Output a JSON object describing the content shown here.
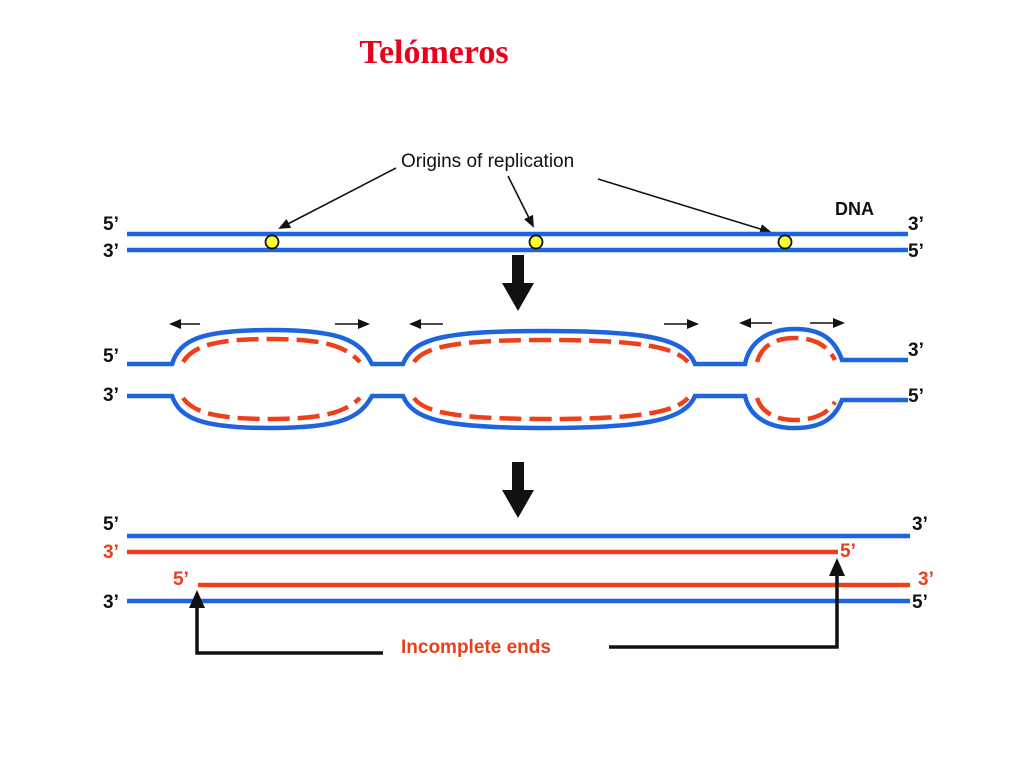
{
  "title": "Telómeros",
  "dna_label": "DNA",
  "origins_label": "Origins of replication",
  "incomplete_label": "Incomplete ends",
  "strand_labels": {
    "five_prime": "5’",
    "three_prime": "3’"
  },
  "colors": {
    "title": "#e8001c",
    "parental_strand": "#1e63e0",
    "new_strand": "#ee3f1a",
    "origin_dot": "#ffff33"
  }
}
